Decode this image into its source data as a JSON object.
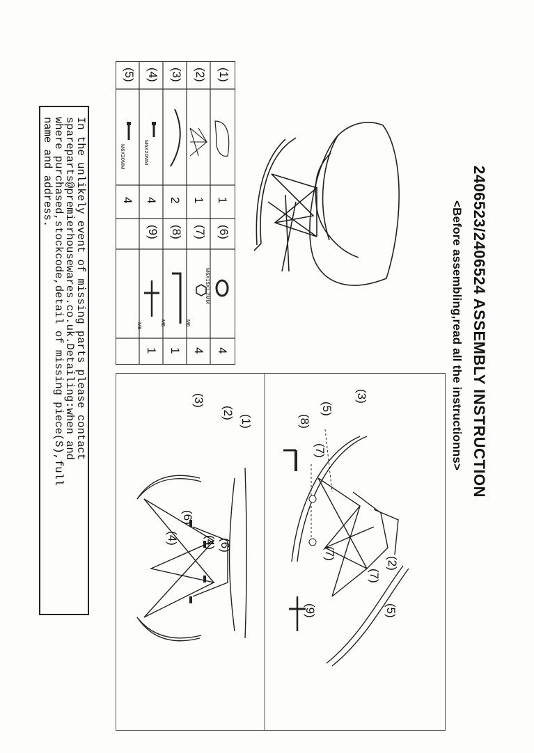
{
  "header": {
    "title": "2406523/2406524  ASSEMBLY INSTRUCTION",
    "subtitle": "<Before assembling,read all the instructionns>"
  },
  "parts": [
    {
      "no": "(1)",
      "qty": "1",
      "spec": ""
    },
    {
      "no": "(2)",
      "qty": "1",
      "spec": ""
    },
    {
      "no": "(3)",
      "qty": "2",
      "spec": ""
    },
    {
      "no": "(4)",
      "qty": "4",
      "spec": "M6X20MM"
    },
    {
      "no": "(5)",
      "qty": "4",
      "spec": "M6X30MM"
    },
    {
      "no": "(6)",
      "qty": "4",
      "spec": "M6X15X1.2MM"
    },
    {
      "no": "(7)",
      "qty": "4",
      "spec": "M6"
    },
    {
      "no": "(8)",
      "qty": "1",
      "spec": "M6"
    },
    {
      "no": "(9)",
      "qty": "1",
      "spec": "M8"
    }
  ],
  "note": {
    "lines": [
      "In the unlikely event of missing parts please contact",
      "spareparts@premierhousewares.co.uk.Detailing:when and",
      "where purchased,stockcode,detail of missing piece(S),full",
      "name and address."
    ]
  },
  "step1": {
    "callouts": [
      "(3)",
      "(5)",
      "(7)",
      "(8)",
      "(7)",
      "(7)",
      "(2)",
      "(5)",
      "(9)"
    ]
  },
  "step2": {
    "callouts": [
      "(1)",
      "(2)",
      "(3)",
      "(6)",
      "(4)",
      "(6)",
      "(4)"
    ]
  }
}
